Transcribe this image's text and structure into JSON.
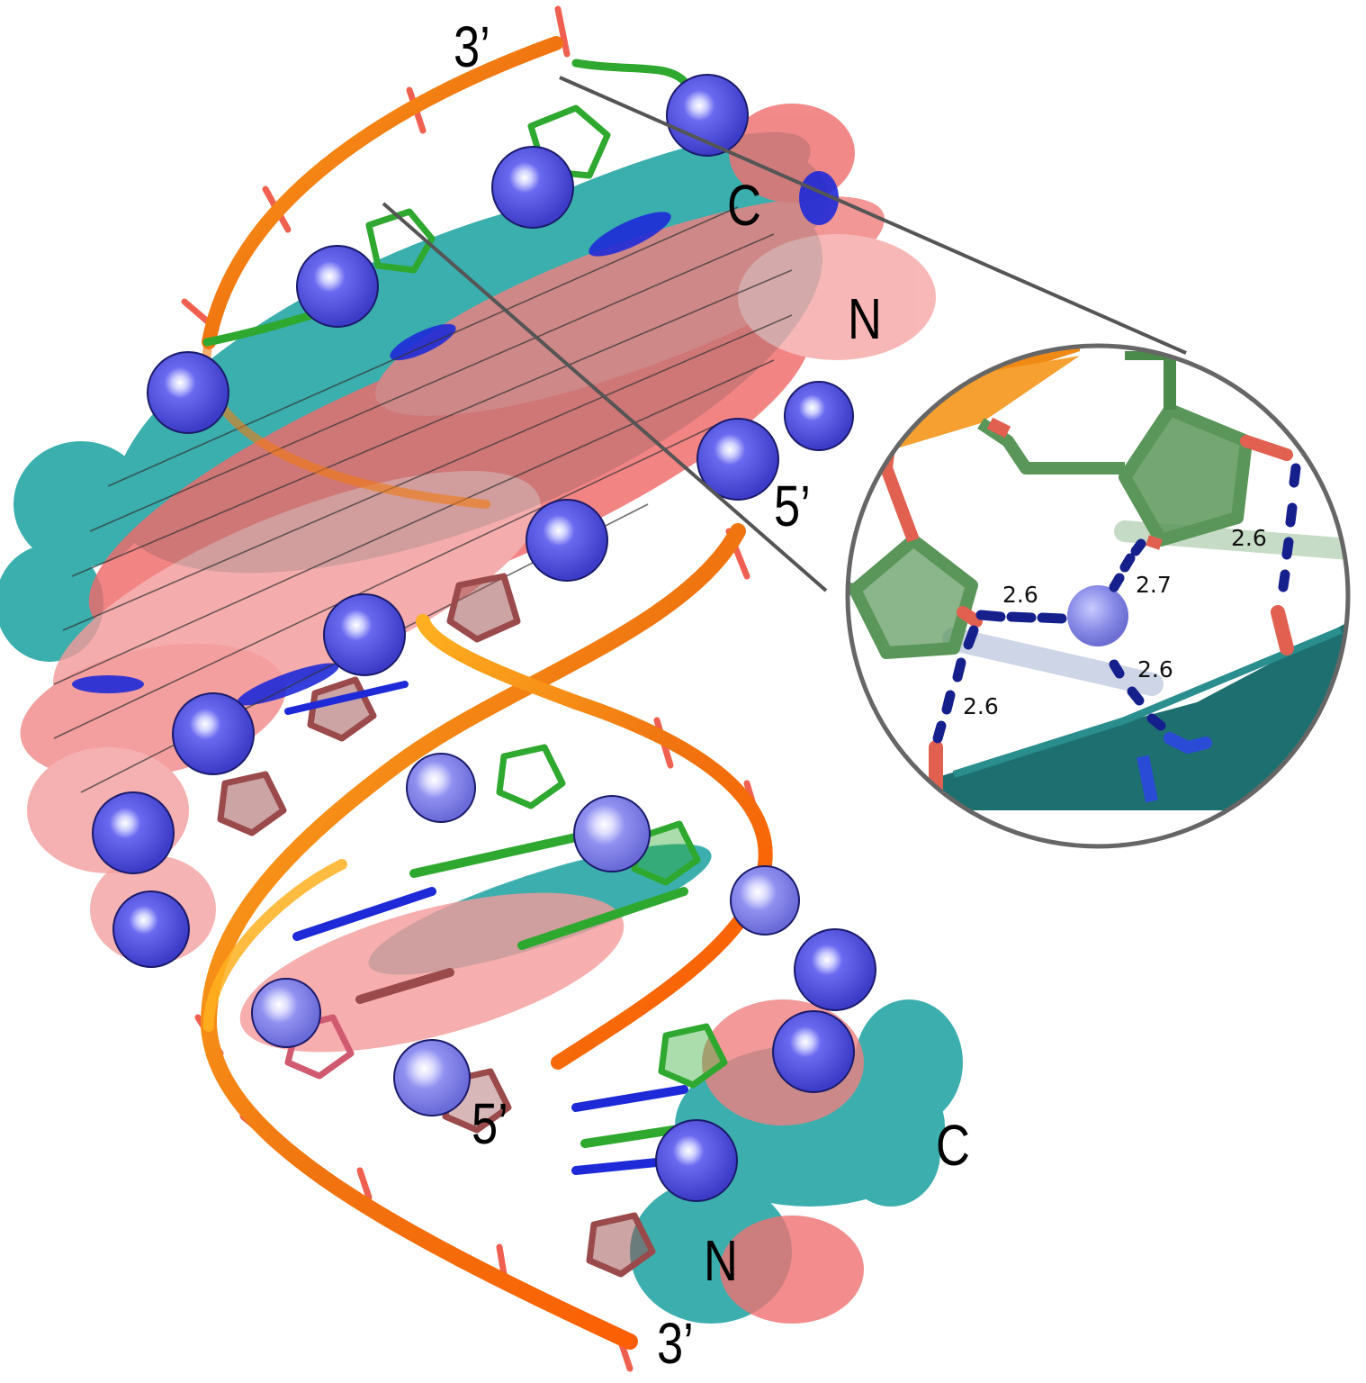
{
  "labels": {
    "top_strand_3prime": "3’",
    "top_protein_c": "C",
    "top_protein_n": "N",
    "top_strand_5prime": "5’",
    "bottom_strand_5prime": "5’",
    "bottom_protein_c": "C",
    "bottom_protein_n": "N",
    "bottom_strand_3prime": "3’"
  },
  "inset": {
    "distances": {
      "d1": "2.6",
      "d2": "2.7",
      "d3": "2.6",
      "d4": "2.6",
      "d5": "2.6"
    }
  },
  "colors": {
    "backbone": "#f07a10",
    "ion": "#5a5ae0",
    "protein_surface": "#1aa0a0",
    "oxygen": "#f05050",
    "nitrogen": "#1e2ad8",
    "dna_green": "#2ea82e",
    "dna_brown": "#9a4a4a",
    "hbond": "#16208c",
    "inset_border": "#666666",
    "inset_carbon": "#5a965a",
    "inset_surface": "#1e7070"
  },
  "icons": {
    "ion": "sphere-icon",
    "inset": "magnifier-circle"
  }
}
